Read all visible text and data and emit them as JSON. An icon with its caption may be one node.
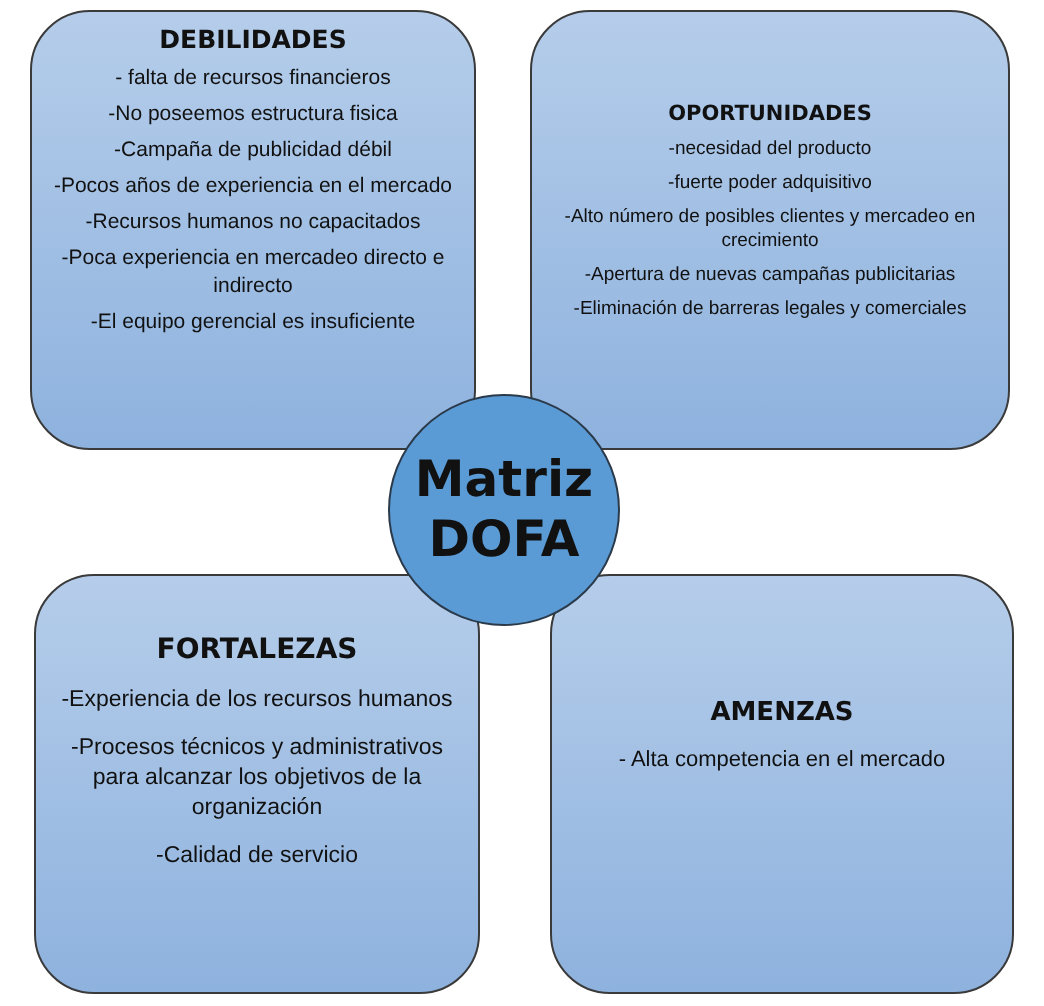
{
  "diagram": {
    "nodes": [
      {
        "text": [
          "DEBILIDADES",
          "- falta de recursos financieros",
          "-No poseemos estructura fisica",
          "-Campaña de publicidad débil",
          "-Pocos años de experiencia en el mercado",
          "-Recursos humanos no capacitados",
          "-Poca experiencia en mercadeo directo e indirecto",
          "-El equipo gerencial es insuficiente"
        ]
      },
      {
        "text": [
          "OPORTUNIDADES",
          "-necesidad del producto",
          "-fuerte poder adquisitivo",
          "-Alto número de posibles clientes y mercadeo en crecimiento",
          "-Apertura de nuevas campañas publicitarias",
          "-Eliminación de barreras legales y comerciales"
        ]
      },
      {
        "text": [
          "Matriz DOFA"
        ]
      },
      {
        "text": [
          "FORTALEZAS",
          "-Experiencia de los recursos humanos",
          "-Procesos técnicos y administrativos para alcanzar los objetivos de la organización",
          "-Calidad de servicio"
        ]
      },
      {
        "text": [
          "AMENZAS",
          "- Alta competencia en el mercado"
        ]
      }
    ]
  }
}
